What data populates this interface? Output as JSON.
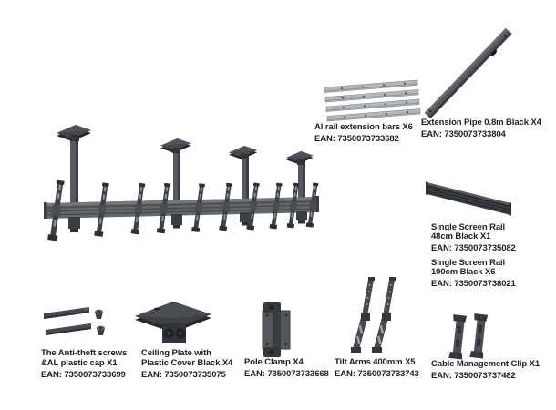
{
  "page": {
    "background": "#ffffff",
    "description_colors": {
      "text": "#1e1e20",
      "product_dark": "#3d4044",
      "product_mid": "#54575c",
      "rail_gray": "#606468",
      "aluminum": "#b4b8bb"
    }
  },
  "parts": {
    "al_rail_bars": {
      "label": "Al rail extension bars X6",
      "ean": "EAN: 7350073733682"
    },
    "extension_pipe": {
      "label": "Extension Pipe 0.8m Black X4",
      "ean": "EAN: 7350073733804"
    },
    "rail_48": {
      "line1": "Single Screen Rail",
      "line2": "48cm Black X1",
      "ean": "EAN: 7350073735082"
    },
    "rail_100": {
      "line1": "Single Screen Rail",
      "line2": "100cm Black X6",
      "ean": "EAN: 7350073738021"
    },
    "anti_theft": {
      "line1": "The Anti-theft screws",
      "line2": "&AL plastic cap X1",
      "ean": "EAN: 7350073733699"
    },
    "ceiling_plate": {
      "line1": "Ceiling Plate with",
      "line2": "Plastic Cover Black X4",
      "ean": "EAN: 7350073735075"
    },
    "pole_clamp": {
      "label": "Pole Clamp X4",
      "ean": "EAN: 7350073733668"
    },
    "tilt_arms": {
      "label": "Tilt Arms 400mm X5",
      "ean": "EAN: 7350073733743"
    },
    "cable_clip": {
      "label": "Cable Management Clip X1",
      "ean": "EAN: 7350073737482"
    }
  }
}
